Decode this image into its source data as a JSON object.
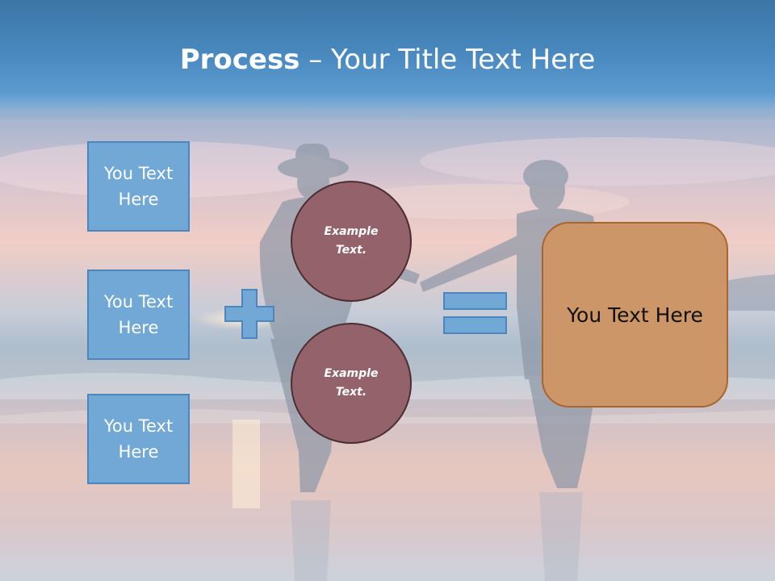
{
  "title": {
    "strong": "Process",
    "rest": " – Your Title Text Here"
  },
  "left_boxes": [
    {
      "label": "You Text\nHere"
    },
    {
      "label": "You Text\nHere"
    },
    {
      "label": "You Text\nHere"
    }
  ],
  "circles": [
    {
      "label": "Example\nText."
    },
    {
      "label": "Example\nText."
    }
  ],
  "result": {
    "label": "You Text Here"
  },
  "operators": {
    "plus": "plus-icon",
    "equals": "equals-icon"
  },
  "colors": {
    "title_band": "#4a8ac0",
    "box_fill": "#72a8d6",
    "box_border": "#4d86bc",
    "circle_fill": "#94626a",
    "circle_border": "#4a2e31",
    "result_fill": "#cd9668",
    "result_border": "#a9642f"
  }
}
